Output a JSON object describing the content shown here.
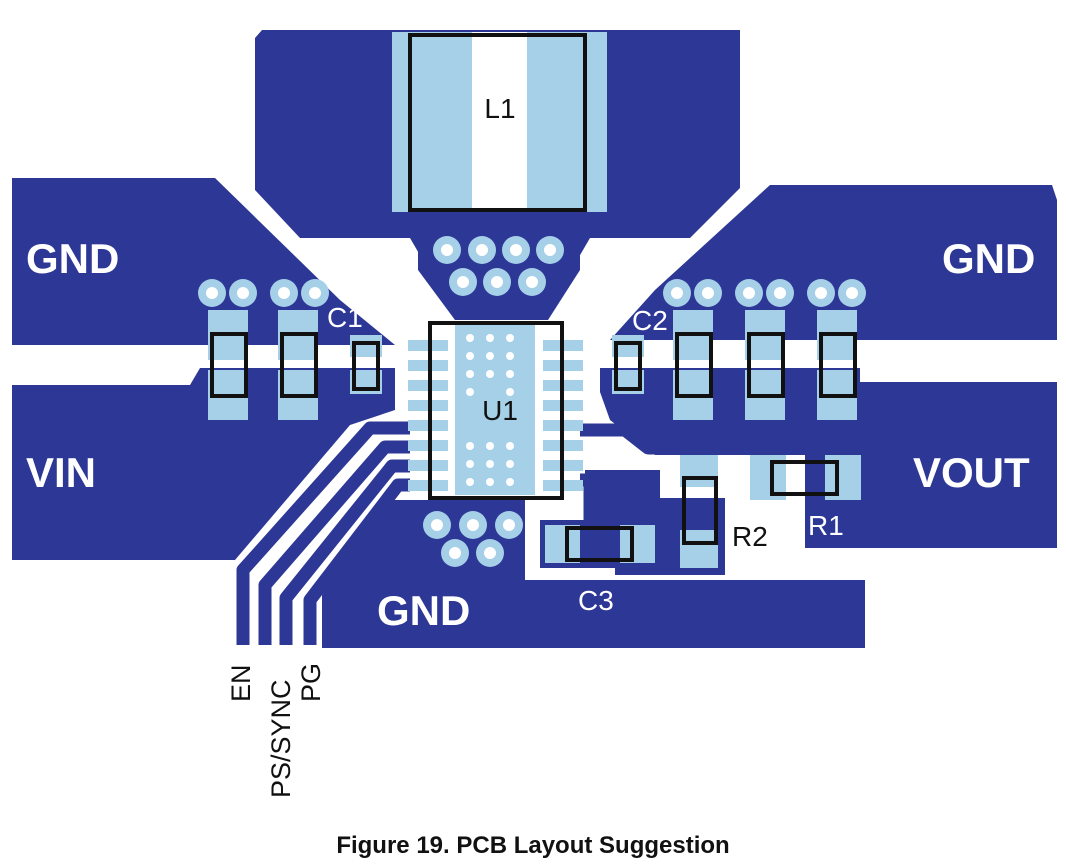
{
  "diagram": {
    "nets": {
      "gnd_top_left": "GND",
      "gnd_top_right": "GND",
      "gnd_bottom": "GND",
      "vin": "VIN",
      "vout": "VOUT"
    },
    "components": {
      "inductor": "L1",
      "regulator": "U1",
      "cap_input": "C1",
      "cap_output": "C2",
      "cap_soft": "C3",
      "res_top": "R1",
      "res_bottom": "R2"
    },
    "pins": {
      "en": "EN",
      "ps_sync": "PS/SYNC",
      "pg": "PG"
    },
    "colors": {
      "copper": "#2d3796",
      "pad": "#a6cfe8",
      "silkscreen": "#111111"
    }
  },
  "caption": "Figure 19.  PCB Layout Suggestion"
}
